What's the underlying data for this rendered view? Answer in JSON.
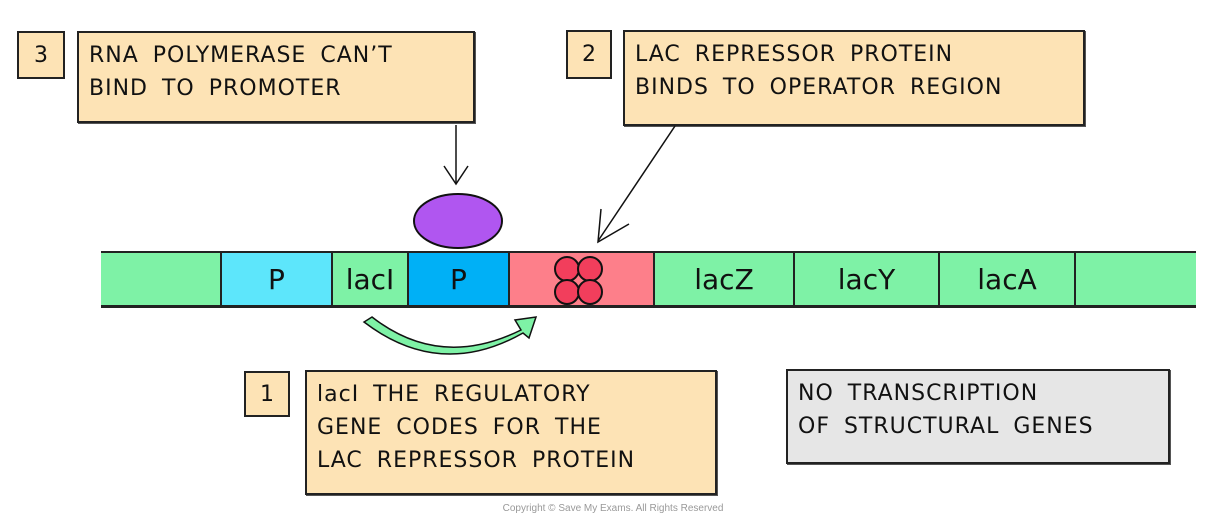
{
  "steps": [
    {
      "number": "1",
      "lines": [
        "lacI THE REGULATORY",
        "GENE CODES FOR THE",
        "LAC REPRESSOR PROTEIN"
      ]
    },
    {
      "number": "2",
      "lines": [
        "LAC REPRESSOR PROTEIN",
        "BINDS TO OPERATOR REGION"
      ]
    },
    {
      "number": "3",
      "lines": [
        "RNA POLYMERASE CAN’T",
        "BIND TO PROMOTER"
      ]
    }
  ],
  "result_box": {
    "lines": [
      "NO TRANSCRIPTION",
      "OF STRUCTURAL GENES"
    ]
  },
  "dna_segments": [
    {
      "label": "",
      "color": "#7ef2a6",
      "role": "flank"
    },
    {
      "label": "P",
      "color": "#5de6fb",
      "role": "regulator-promoter"
    },
    {
      "label": "lacI",
      "color": "#7ef2a6",
      "role": "regulatory-gene"
    },
    {
      "label": "P",
      "color": "#00b0f6",
      "role": "promoter"
    },
    {
      "label": "",
      "color": "#fd7f8a",
      "role": "operator"
    },
    {
      "label": "lacZ",
      "color": "#7ef2a6",
      "role": "structural-gene"
    },
    {
      "label": "lacY",
      "color": "#7ef2a6",
      "role": "structural-gene"
    },
    {
      "label": "lacA",
      "color": "#7ef2a6",
      "role": "structural-gene"
    },
    {
      "label": "",
      "color": "#7ef2a6",
      "role": "flank"
    }
  ],
  "colors": {
    "box_fill": "#fde3b5",
    "result_fill": "#e6e6e6",
    "rna_polymerase": "#b056f0",
    "repressor": "#f23e5c",
    "arrow_green": "#7ef2a6"
  },
  "copyright": "Copyright © Save My Exams. All Rights Reserved"
}
